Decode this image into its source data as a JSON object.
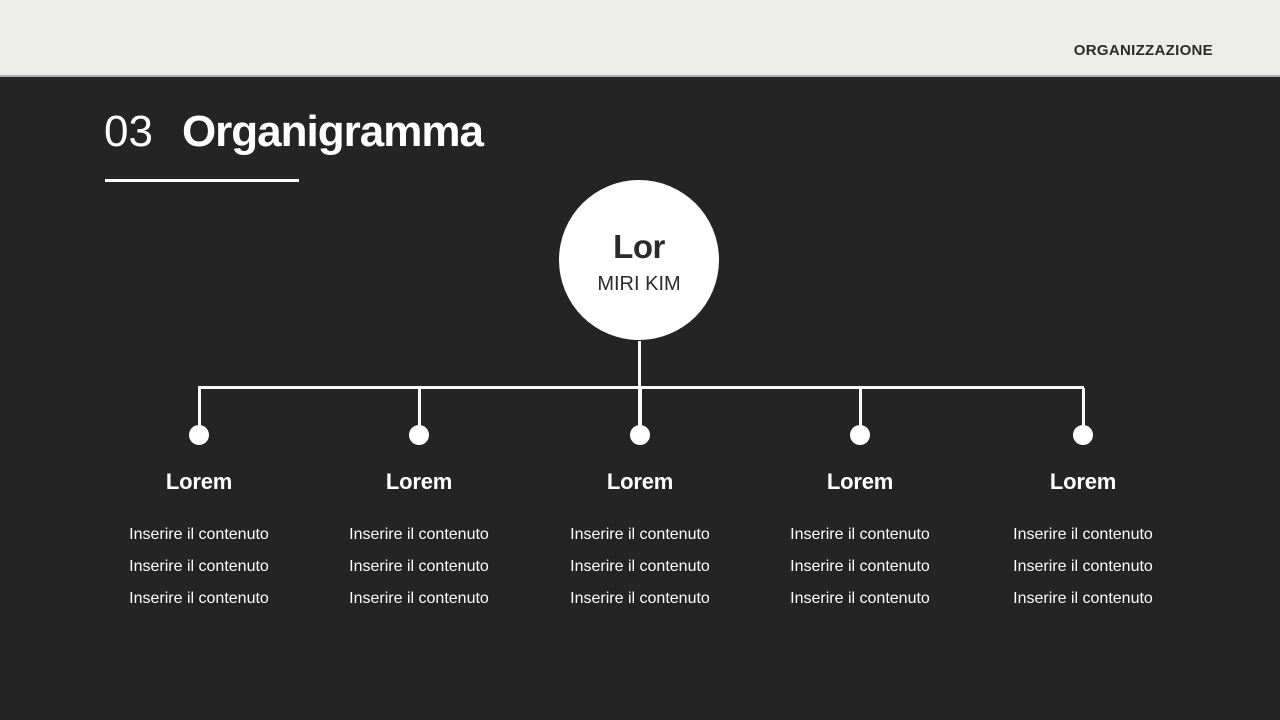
{
  "header": {
    "label": "ORGANIZZAZIONE"
  },
  "title": {
    "number": "03",
    "text": "Organigramma"
  },
  "root": {
    "name": "Lor",
    "subtitle": "MIRI KIM"
  },
  "branches": [
    {
      "label": "Lorem",
      "lines": [
        "Inserire il contenuto",
        "Inserire il contenuto",
        "Inserire il contenuto"
      ]
    },
    {
      "label": "Lorem",
      "lines": [
        "Inserire il contenuto",
        "Inserire il contenuto",
        "Inserire il contenuto"
      ]
    },
    {
      "label": "Lorem",
      "lines": [
        "Inserire il contenuto",
        "Inserire il contenuto",
        "Inserire il contenuto"
      ]
    },
    {
      "label": "Lorem",
      "lines": [
        "Inserire il contenuto",
        "Inserire il contenuto",
        "Inserire il contenuto"
      ]
    },
    {
      "label": "Lorem",
      "lines": [
        "Inserire il contenuto",
        "Inserire il contenuto",
        "Inserire il contenuto"
      ]
    }
  ],
  "colors": {
    "background": "#242424",
    "band": "#ECECEA",
    "band_border": "#ABABAB",
    "line": "#FAFAFA",
    "white": "#FFFFFF",
    "dark_text": "#2B2B2B"
  }
}
